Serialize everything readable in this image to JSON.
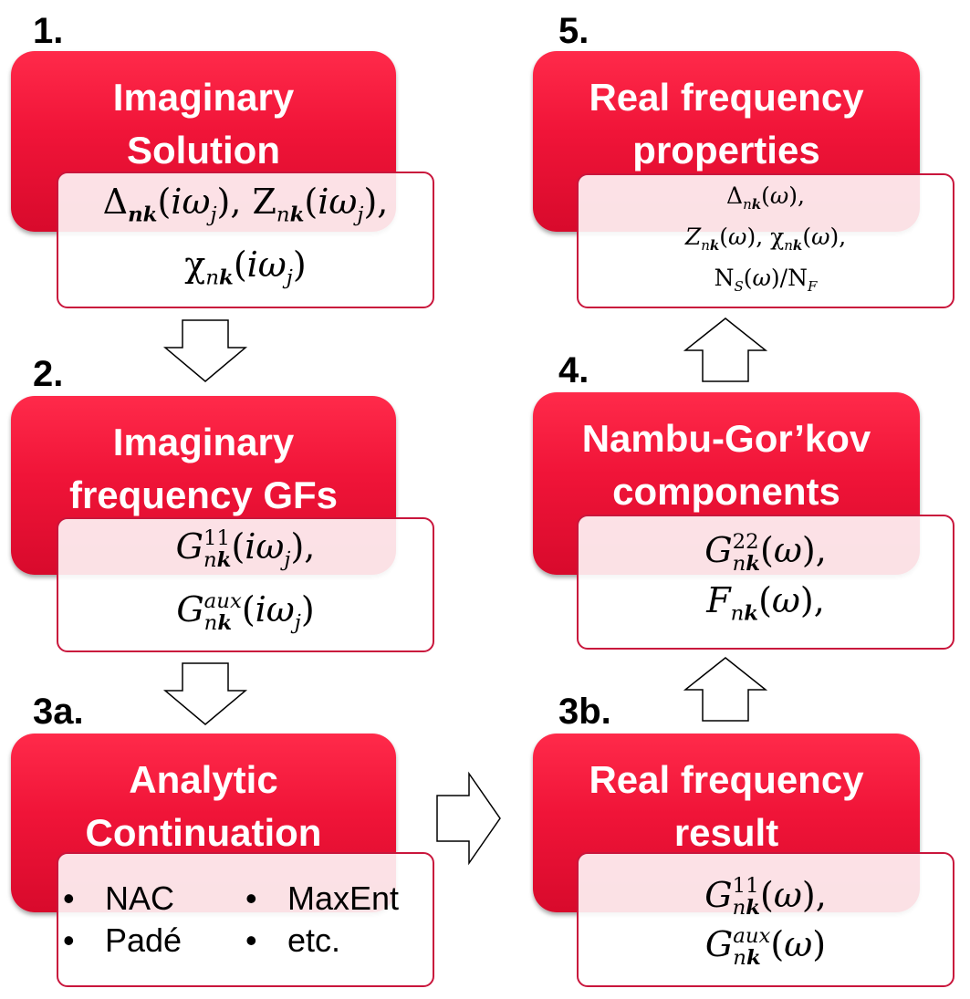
{
  "steps": [
    {
      "number": "1.",
      "title_lines": [
        "Imaginary",
        "Solution"
      ],
      "content_lines": [
        "Δ_{nk}(iω_j), Z_{nk}(iω_j),",
        "χ_{nk}(iω_j)"
      ]
    },
    {
      "number": "2.",
      "title_lines": [
        "Imaginary",
        "frequency GFs"
      ],
      "content_lines": [
        "G^{11}_{nk}(iω_j),",
        "G^{aux}_{nk}(iω_j)"
      ]
    },
    {
      "number": "3a.",
      "title_lines": [
        "Analytic",
        "Continuation"
      ],
      "methods": [
        "NAC",
        "MaxEnt",
        "Padé",
        "etc."
      ],
      "bullet": "•"
    },
    {
      "number": "3b.",
      "title_lines": [
        "Real frequency",
        "result"
      ],
      "content_lines": [
        "G^{11}_{nk}(ω),",
        "G^{aux}_{nk}(ω)"
      ]
    },
    {
      "number": "4.",
      "title_lines": [
        "Nambu-Gor’kov",
        "components"
      ],
      "content_lines": [
        "G^{22}_{nk}(ω),",
        "F_{nk}(ω),"
      ]
    },
    {
      "number": "5.",
      "title_lines": [
        "Real frequency",
        "properties"
      ],
      "content_lines": [
        "Δ_{nk}(ω),",
        "Z_{nk}(ω), χ_{nk}(ω),",
        "N_S(ω)/N_F"
      ]
    }
  ],
  "flow_arrows": [
    {
      "from": "1.",
      "to": "2.",
      "direction": "down"
    },
    {
      "from": "2.",
      "to": "3a.",
      "direction": "down"
    },
    {
      "from": "3a.",
      "to": "3b.",
      "direction": "right"
    },
    {
      "from": "3b.",
      "to": "4.",
      "direction": "up"
    },
    {
      "from": "4.",
      "to": "5.",
      "direction": "up"
    }
  ],
  "colors": {
    "box_red": "#e8123a",
    "box_border": "#c9163c",
    "title_text": "#ffffff"
  }
}
